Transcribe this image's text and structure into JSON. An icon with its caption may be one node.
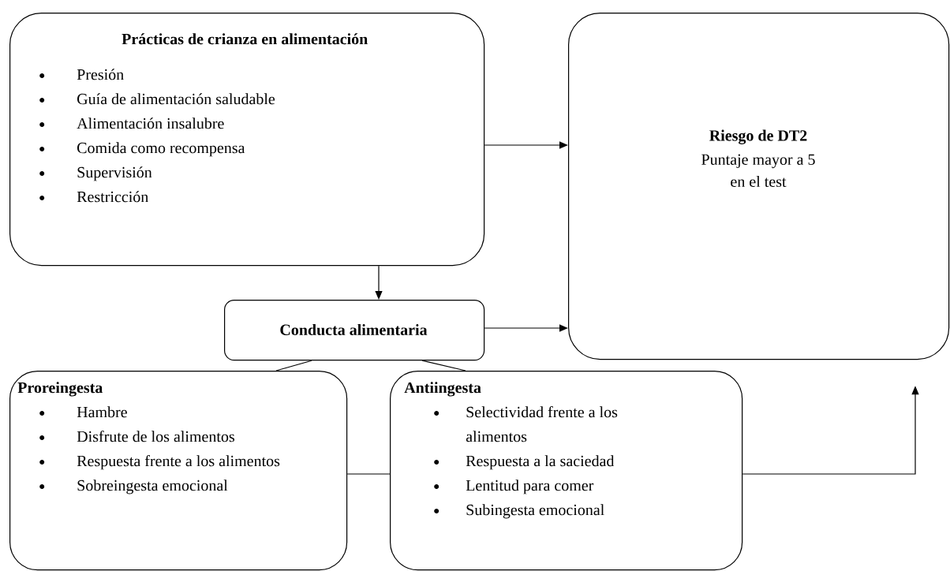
{
  "diagram": {
    "nodes": [
      {
        "text": [
          "Prácticas de crianza en alimentación",
          "Presión",
          "Guía de alimentación saludable",
          "Alimentación insalubre",
          "Comida como recompensa",
          "Supervisión",
          "Restricción"
        ]
      },
      {
        "text": [
          "Riesgo de DT2",
          "Puntaje mayor a 5 en el test"
        ]
      },
      {
        "text": [
          "Conducta alimentaria"
        ]
      },
      {
        "text": [
          "Proreingesta",
          "Hambre",
          "Disfrute de los alimentos",
          "Respuesta frente a los alimentos",
          "Sobreingesta emocional"
        ]
      },
      {
        "text": [
          "Antiingesta",
          "Selectividad frente a los alimentos",
          "Respuesta a la saciedad",
          "Lentitud para comer",
          "Subingesta emocional"
        ]
      }
    ],
    "edges": [
      {
        "from": 0,
        "to": 1,
        "arrow": "to"
      },
      {
        "from": 0,
        "to": 2,
        "arrow": "to"
      },
      {
        "from": 2,
        "to": 1,
        "arrow": "to"
      },
      {
        "from": 2,
        "to": 3,
        "arrow": "none"
      },
      {
        "from": 2,
        "to": 4,
        "arrow": "none"
      },
      {
        "from": 3,
        "to": 4,
        "arrow": "none"
      },
      {
        "from": 4,
        "to": 1,
        "arrow": "to"
      }
    ]
  }
}
